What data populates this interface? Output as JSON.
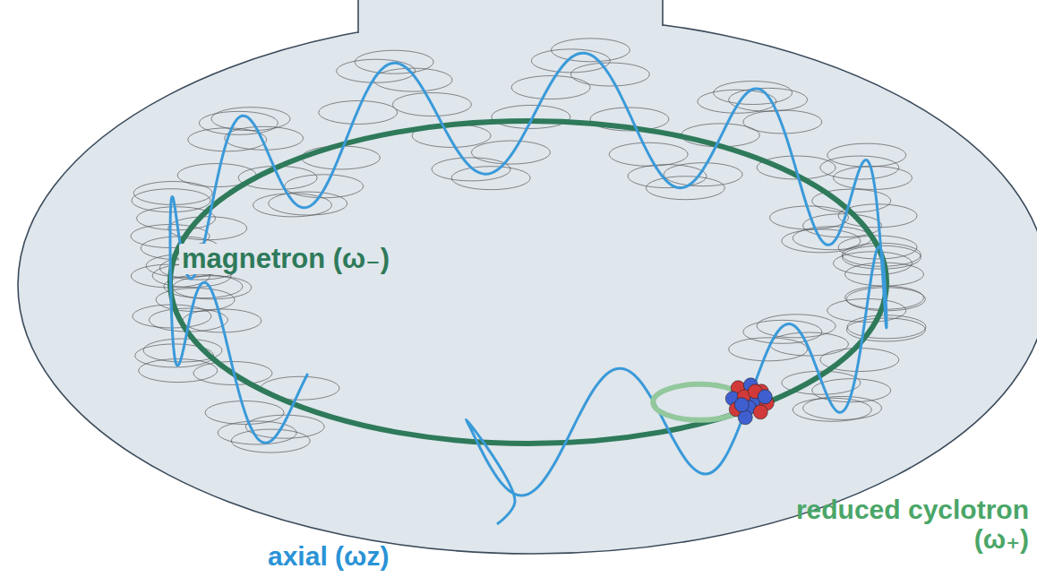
{
  "diagram": {
    "labels": [
      "magnetron (ω₋)",
      "axial (ωz)",
      "reduced cyclotron (ω₊)"
    ]
  }
}
